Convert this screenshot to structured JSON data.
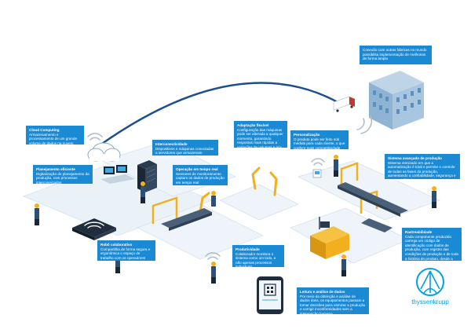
{
  "brand": {
    "name": "thyssenkrupp"
  },
  "colors": {
    "callout": "#1a8ad4",
    "floor": "#eaf2f8",
    "accent": "#00a0e3",
    "machine": "#f2b01e"
  },
  "callouts": {
    "conexao": {
      "title": "",
      "body": "Conexão com outras fábricas no mundo possibilita implementação de melhorias de forma àmpla"
    },
    "cloud": {
      "title": "Cloud Computing",
      "body": "Armazenamento e processamento de um grande volume de dados na nuvem"
    },
    "interconect": {
      "title": "Interconectividade",
      "body": "Dispositivos e máquinas conectadas a servidores que armazenam informações cloro."
    },
    "adaptacao": {
      "title": "Adaptação flexível",
      "body": "Configuração das máquinas pode ser alterada a qualquer momento, garantindo respostas mais rápidas a variações de volumes e mix de produtos."
    },
    "personalizacao": {
      "title": "Personalização",
      "body": "O produto pode ser feito sob medida para cada cliente, o que confere mais competitividade"
    },
    "planejamento": {
      "title": "Planejamento eficiente",
      "body": "Digitalização do planejamento da produção, com processos interconectados"
    },
    "operacao": {
      "title": "Operação em tempo real",
      "body": "Sensores de monitoramento captam os dados de produção em tempo real"
    },
    "sistema": {
      "title": "Sistema avançado de produção",
      "body": "Sistema otimizado em que a automatização é total e permite o controle de todas as fases da produção, aumentando a confiabilidade, segurança e sustentabilidade"
    },
    "robo": {
      "title": "Robô colaborativo",
      "body": "Compartilha de forma segura e ergonômica o espaço de trabalho com os operadores"
    },
    "produtividade": {
      "title": "Produtividade",
      "body": "Colaborador monitora o sistema como um todo, e não apenas processos individuais"
    },
    "rastreabilidade": {
      "title": "Rastreabilidade",
      "body": "Cada componente produzido carrega um código de identificação com dados de produção, com registro das condições de produção e de toda a história do produto, desde a sua origem"
    },
    "leitura": {
      "title": "Leitura e análise de dados",
      "body": "Por meio da obtenção e análise de dados úteis, os equipamentos passam a tomar decisões para otimizar a produção e corrigir inconformidades sem a intervenção humana"
    }
  }
}
